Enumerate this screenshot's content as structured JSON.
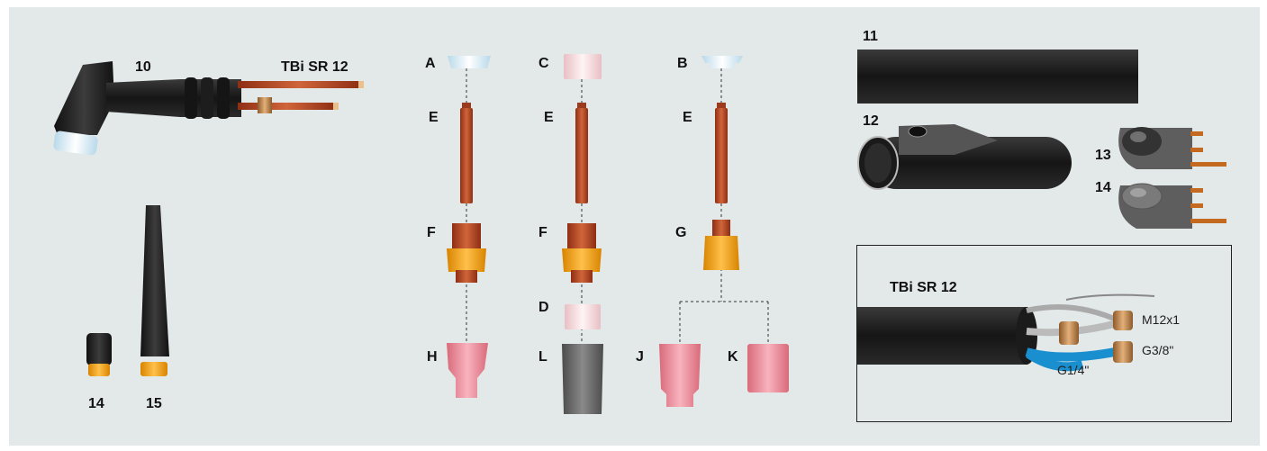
{
  "labels": {
    "torch_num": "10",
    "torch_model": "TBi SR 12",
    "cap_short_num": "14",
    "cap_long_num": "15",
    "A": "A",
    "C": "C",
    "B": "B",
    "E1": "E",
    "E2": "E",
    "E3": "E",
    "F1": "F",
    "F2": "F",
    "G": "G",
    "D": "D",
    "H": "H",
    "L": "L",
    "J": "J",
    "K": "K",
    "hose_num": "11",
    "sleeve_num": "12",
    "switch13_num": "13",
    "switch14_num": "14"
  },
  "inset": {
    "title": "TBi SR 12",
    "m12": "M12x1",
    "g38": "G3/8\"",
    "g14": "G1/4\""
  },
  "colors": {
    "background": "#e3e8e8",
    "copper": "#c0502a",
    "amber": "#f5a623",
    "pink": "#ea8a9a",
    "gray": "#6e6e6e",
    "black": "#1e1e1e"
  }
}
